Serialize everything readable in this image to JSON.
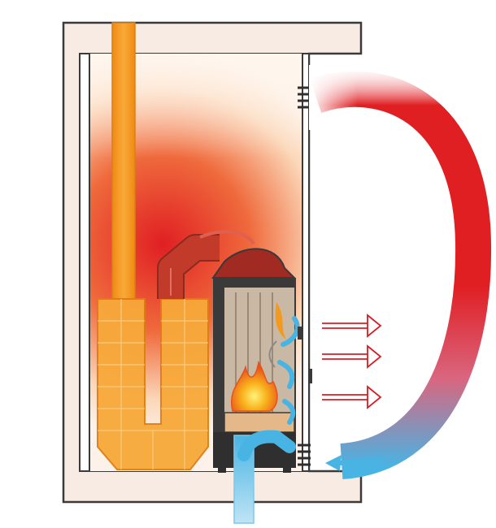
{
  "diagram": {
    "subject": "fireplace-insert-convection-heating",
    "components": [
      {
        "name": "chimney-housing",
        "icon": "housing-outline"
      },
      {
        "name": "flue-pipe",
        "icon": "vertical-pipe"
      },
      {
        "name": "heat-accumulator",
        "icon": "u-shaped-storage-block"
      },
      {
        "name": "connector-pipe",
        "icon": "elbow-pipe"
      },
      {
        "name": "firebox",
        "icon": "fireplace-insert"
      },
      {
        "name": "flame",
        "icon": "fire-icon"
      },
      {
        "name": "fresh-air-inlet",
        "icon": "vertical-duct"
      },
      {
        "name": "top-vent-grille",
        "icon": "grille-icon"
      },
      {
        "name": "bottom-vent-grille",
        "icon": "grille-icon"
      }
    ],
    "flows": [
      {
        "name": "hot-air-outflow",
        "color": "#e01f23"
      },
      {
        "name": "cool-air-return",
        "color": "#3ea8dc"
      },
      {
        "name": "radiant-heat",
        "color": "#e01f23",
        "count": 3
      }
    ],
    "colors": {
      "hot": "#e01f23",
      "cold": "#48b4e4",
      "accumulator": "#f7a93a",
      "flue": "#f39a1e",
      "housing": "#f6e8df",
      "firebox": "#3a3a3a"
    }
  }
}
